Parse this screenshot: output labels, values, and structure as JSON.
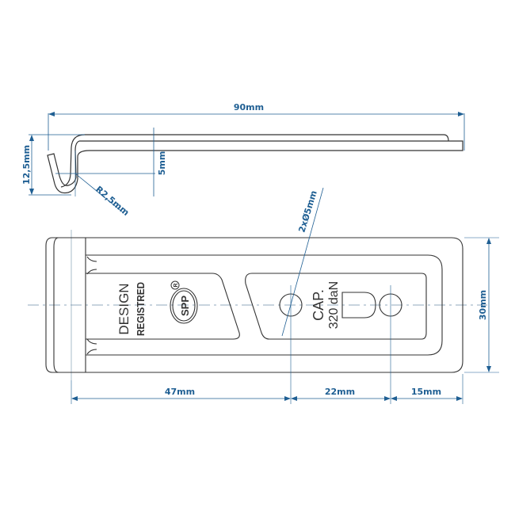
{
  "drawing": {
    "title": "Tie-down hook bracket technical drawing",
    "colors": {
      "outline": "#333333",
      "dimension": "#1f5f93",
      "centerline": "#6f8fa8"
    }
  },
  "side_view": {
    "dimensions": {
      "overall_length": "90mm",
      "hook_height": "12,5mm",
      "offset": "5mm",
      "bend_radius": "R2,5mm"
    }
  },
  "top_view": {
    "engraving": {
      "line1": "DESIGN",
      "line2": "REGISTRED",
      "registered_mark": "R",
      "logo": "SPP"
    },
    "capacity": {
      "line1": "CAP.",
      "line2": "320 daN"
    },
    "dimensions": {
      "holes": "2xØ5mm",
      "width": "30mm",
      "seg1": "47mm",
      "seg2": "22mm",
      "seg3": "15mm"
    }
  }
}
